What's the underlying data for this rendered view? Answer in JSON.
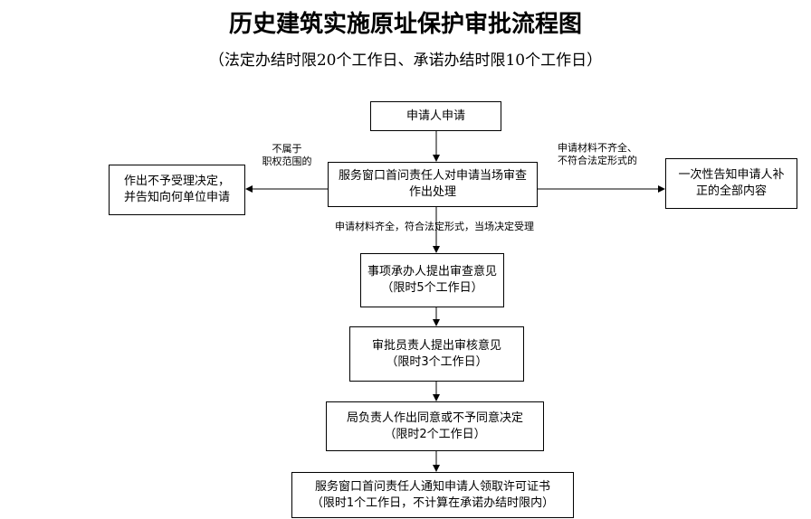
{
  "title": "历史建筑实施原址保护审批流程图",
  "subtitle": "（法定办结时限20个工作日、承诺办结时限10个工作日）",
  "nodes": {
    "apply": {
      "line1": "申请人申请"
    },
    "window_review": {
      "line1": "服务窗口首问责任人对申请当场审查",
      "line2": "作出处理"
    },
    "reject": {
      "line1": "作出不予受理决定，",
      "line2": "并告知向何单位申请"
    },
    "notify_supplement": {
      "line1": "一次性告知申请人补",
      "line2": "正的全部内容"
    },
    "handler_opinion": {
      "line1": "事项承办人提出审查意见",
      "line2": "（限时5个工作日）"
    },
    "approver_opinion": {
      "line1": "审批员责人提出审核意见",
      "line2": "（限时3个工作日）"
    },
    "bureau_decision": {
      "line1": "局负责人作出同意或不予同意决定",
      "line2": "（限时2个工作日）"
    },
    "notify_license": {
      "line1": "服务窗口首问责任人通知申请人领取许可证书",
      "line2": "（限时1个工作日，不计算在承诺办结时限内）"
    }
  },
  "edge_labels": {
    "not_in_scope": {
      "line1": "不属于",
      "line2": "职权范围的"
    },
    "incomplete": {
      "line1": "申请材料不齐全、",
      "line2": "不符合法定形式的"
    },
    "complete": "申请材料齐全，符合法定形式，当场决定受理"
  }
}
